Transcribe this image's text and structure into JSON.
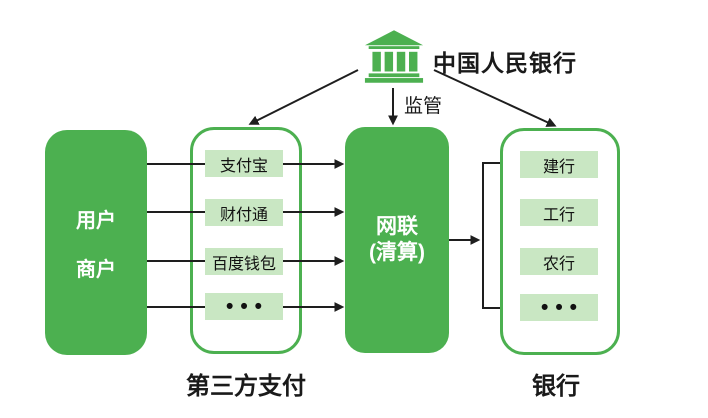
{
  "central_bank": {
    "name": "中国人民银行",
    "icon": "bank-building-icon"
  },
  "supervision_label": "监管",
  "user_merchant_box": {
    "line1": "用户",
    "line2": "商户"
  },
  "third_party": {
    "items": [
      "支付宝",
      "财付通",
      "百度钱包",
      "•••"
    ],
    "caption": "第三方支付"
  },
  "netsunion": {
    "line1": "网联",
    "line2": "(清算)"
  },
  "banks": {
    "items": [
      "建行",
      "工行",
      "农行",
      "•••"
    ],
    "caption": "银行"
  },
  "colors": {
    "green": "#4CB050",
    "light_green": "#C9E7C3",
    "line": "#1E1E1E",
    "text": "#1A1A1A",
    "white_text": "#FFFFFF"
  }
}
